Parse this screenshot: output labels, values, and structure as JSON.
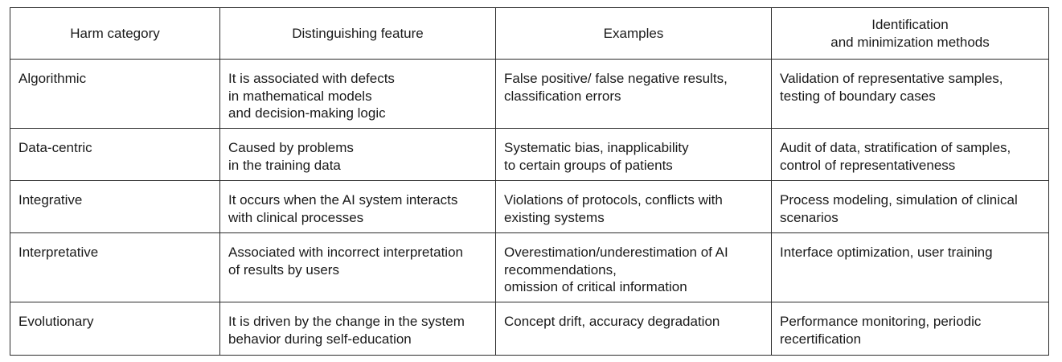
{
  "table": {
    "headers": [
      "Harm category",
      "Distinguishing feature",
      "Examples",
      "Identification\nand minimization methods"
    ],
    "rows": [
      {
        "category": "Algorithmic",
        "feature": "It is associated with defects\nin mathematical models\nand decision-making logic",
        "examples": "False positive/ false negative results,\nclassification errors",
        "methods": "Validation of representative samples,\ntesting of boundary cases"
      },
      {
        "category": "Data-centric",
        "feature": "Caused by problems\nin the training data",
        "examples": "Systematic bias, inapplicability\nto certain groups of patients",
        "methods": "Audit of data, stratification of samples,\ncontrol of representativeness"
      },
      {
        "category": "Integrative",
        "feature": "It occurs when the AI system interacts\nwith clinical processes",
        "examples": "Violations of protocols, conflicts with\nexisting systems",
        "methods": "Process modeling, simulation of clinical\nscenarios"
      },
      {
        "category": "Interpretative",
        "feature": "Associated with incorrect interpretation\nof results by users",
        "examples": "Overestimation/underestimation of AI\nrecommendations,\nomission of critical information",
        "methods": "Interface optimization, user training"
      },
      {
        "category": "Evolutionary",
        "feature": "It is driven by the change in the system\nbehavior during self-education",
        "examples": "Concept drift, accuracy degradation",
        "methods": "Performance monitoring, periodic\nrecertification"
      }
    ]
  }
}
